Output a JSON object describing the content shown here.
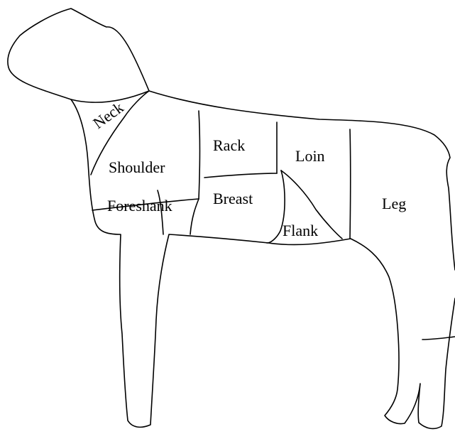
{
  "diagram": {
    "labels": {
      "neck": "Neck",
      "shoulder": "Shoulder",
      "rack": "Rack",
      "loin": "Loin",
      "leg": "Leg",
      "foreshank": "Foreshank",
      "breast": "Breast",
      "flank": "Flank"
    }
  }
}
